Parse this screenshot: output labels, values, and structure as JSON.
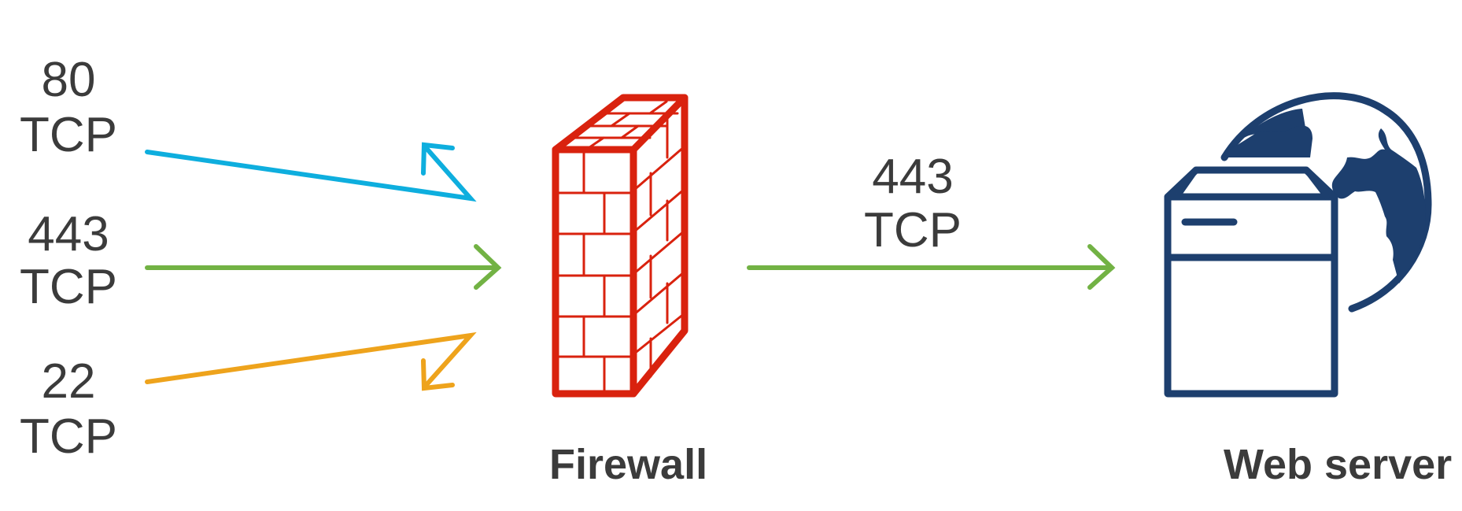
{
  "colors": {
    "http": "#0eaede",
    "https": "#72b244",
    "ssh": "#eea31c",
    "firewall": "#d9220e",
    "server": "#1d3f6e",
    "text": "#3b3b3b"
  },
  "traffic": [
    {
      "id": "http",
      "port": "80",
      "protocol": "TCP",
      "status": "blocked"
    },
    {
      "id": "https",
      "port": "443",
      "protocol": "TCP",
      "status": "allowed"
    },
    {
      "id": "ssh",
      "port": "22",
      "protocol": "TCP",
      "status": "blocked"
    }
  ],
  "forwarded": {
    "port": "443",
    "protocol": "TCP"
  },
  "nodes": {
    "firewall": {
      "label": "Firewall",
      "icon": "firewall-icon"
    },
    "server": {
      "label": "Web server",
      "icon": "web-server-icon"
    }
  }
}
